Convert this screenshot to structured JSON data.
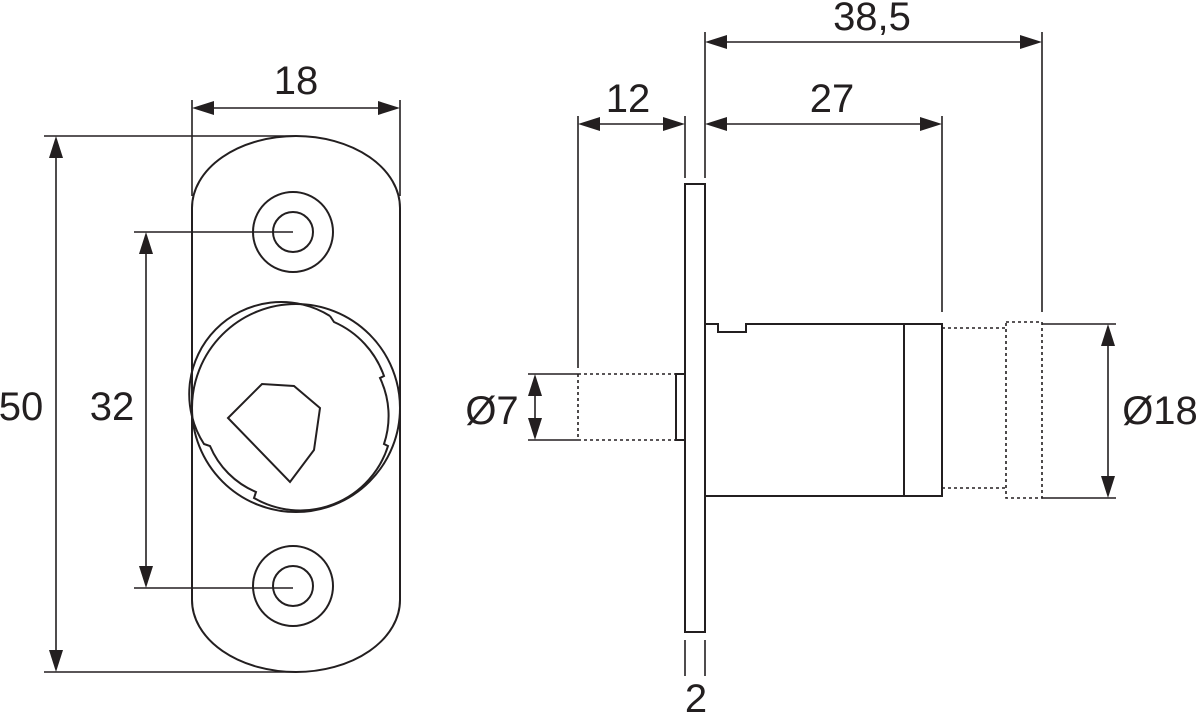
{
  "dimensions": {
    "front_width": "18",
    "front_height": "50",
    "hole_spacing": "32",
    "flange_thickness": "2",
    "pin_length": "12",
    "pin_diameter": "Ø7",
    "body_length": "27",
    "total_length": "38,5",
    "body_diameter": "Ø18"
  }
}
